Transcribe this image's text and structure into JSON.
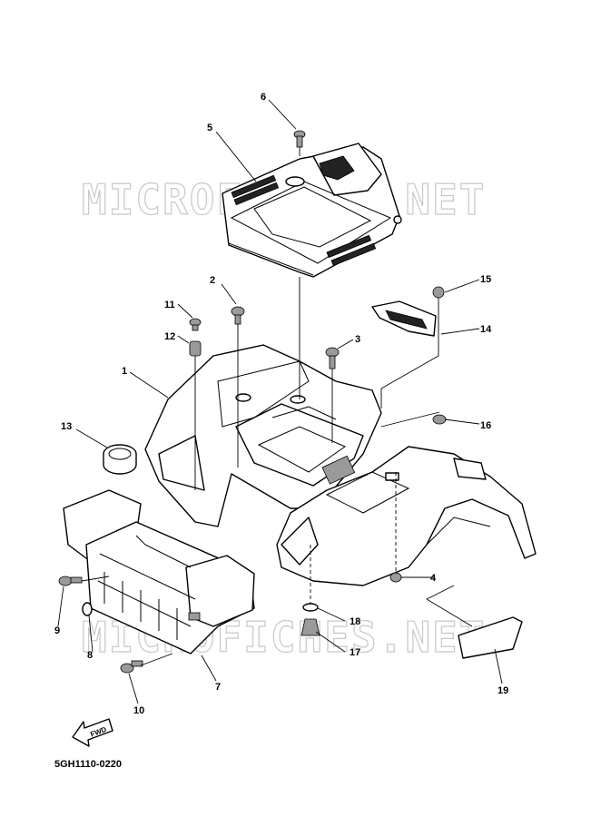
{
  "watermark": "MICROFICHES.NET",
  "diagram_code": "5GH1110-0220",
  "fwd_label": "FWD",
  "callouts": [
    "1",
    "2",
    "3",
    "4",
    "5",
    "6",
    "7",
    "8",
    "9",
    "10",
    "11",
    "12",
    "13",
    "14",
    "15",
    "16",
    "17",
    "18",
    "19"
  ]
}
